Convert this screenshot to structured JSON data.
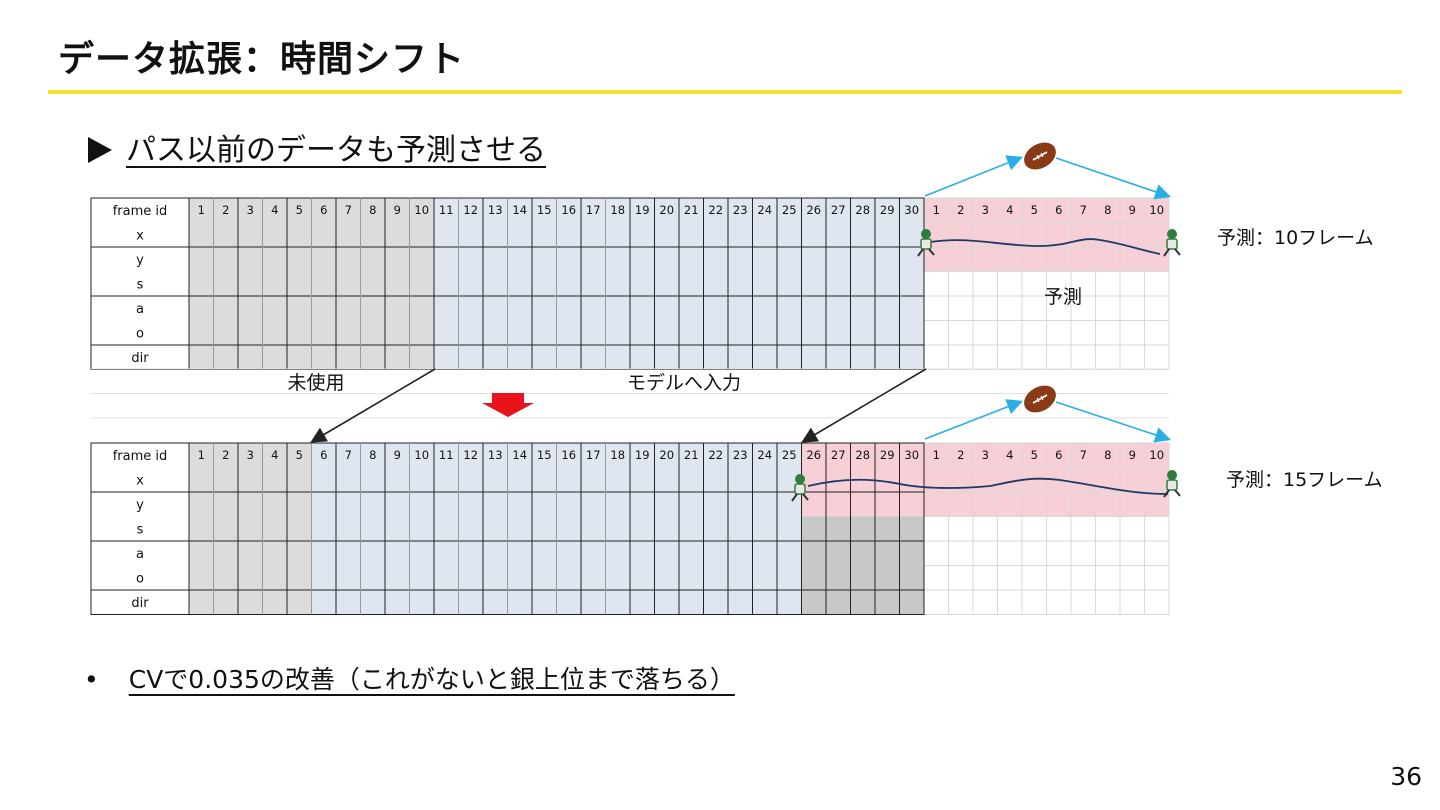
{
  "slide": {
    "title": "データ拡張：時間シフト",
    "bullet_main": "パス以前のデータも予測させる",
    "bullet_result": "CVで0.035の改善（これがないと銀上位まで落ちる）",
    "bullet_dot": "•",
    "page_number": "36"
  },
  "diagram": {
    "row_labels": [
      "frame id",
      "x",
      "y",
      "s",
      "a",
      "o",
      "dir"
    ],
    "input_frame_ids": [
      "1",
      "2",
      "3",
      "4",
      "5",
      "6",
      "7",
      "8",
      "9",
      "10",
      "11",
      "12",
      "13",
      "14",
      "15",
      "16",
      "17",
      "18",
      "19",
      "20",
      "21",
      "22",
      "23",
      "24",
      "25",
      "26",
      "27",
      "28",
      "29",
      "30"
    ],
    "future_frame_ids": [
      "1",
      "2",
      "3",
      "4",
      "5",
      "6",
      "7",
      "8",
      "9",
      "10"
    ],
    "label_unused": "未使用",
    "label_model_input": "モデルへ入力",
    "label_predict": "予測",
    "top_prediction_label": "予測：10フレーム",
    "bottom_prediction_label": "予測：15フレーム",
    "colors": {
      "unused_gray": "#dcdcdc",
      "input_blue": "#dfe6ef",
      "predict_pink": "#f6cfd7",
      "target_gray": "#c8c8c8",
      "arrow_red": "#e8141a",
      "arc_blue": "#29aee6",
      "trajectory": "#1f3864",
      "title_rule": "#f2e232"
    },
    "icons": [
      "football-icon",
      "player-icon",
      "down-arrow-icon"
    ]
  }
}
